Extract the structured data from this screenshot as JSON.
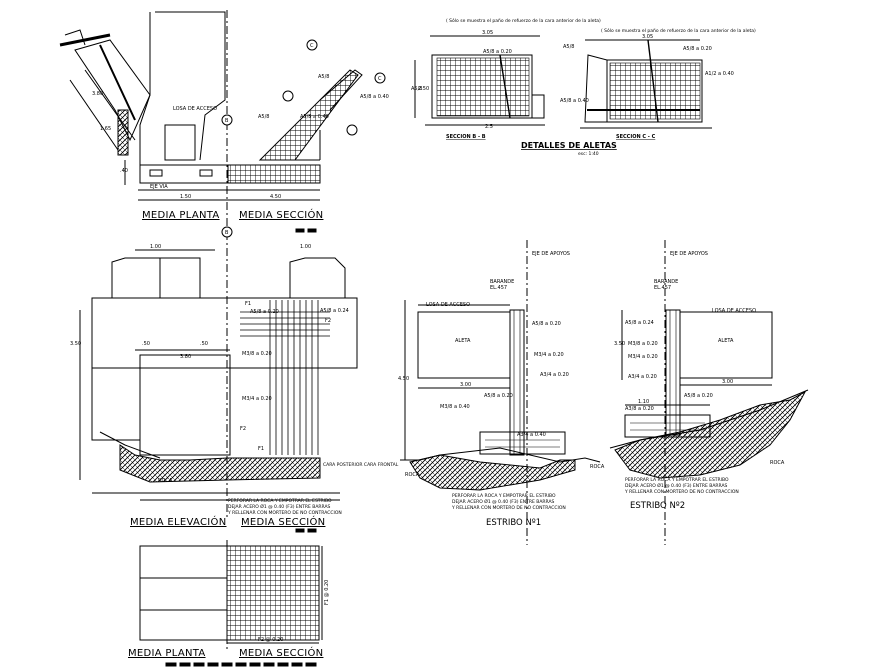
{
  "views": {
    "top_left_plan": "MEDIA PLANTA",
    "top_left_section": "MEDIA SECCIÓN",
    "mid_left_elevation": "MEDIA ELEVACIÓN",
    "mid_left_section": "MEDIA SECCIÓN",
    "bottom_left_plan": "MEDIA PLANTA",
    "bottom_left_section": "MEDIA SECCIÓN"
  },
  "aletas": {
    "title": "DETALLES DE ALETAS",
    "scale": "esc: 1:40",
    "section_b": "SECCION B - B",
    "section_c": "SECCION C - C",
    "note_b": "( Sólo se muestra el paño de refuerzo de la cara anterior de la aleta)",
    "note_c": "( Sólo se muestra el paño de refuerzo de la cara anterior de la aleta)",
    "bar_label_1": "A5/8 a 0.20",
    "bar_label_2": "A5/8 a 0.40",
    "bar_label_3": "A1/2 a 0.40"
  },
  "estribos": {
    "e1_title": "ESTRIBO Nº1",
    "e2_title": "ESTRIBO Nº2",
    "losa": "LOSA DE ACCESO",
    "aleta": "ALETA",
    "baranda": "BARANDE",
    "eje": "EJE DE APOYOS",
    "roca": "ROCA",
    "note": "PERFORAR LA ROCA Y EMPOTRAR EL ESTRIBO DEJAR ACERO Ø1 @ 0.40 (F3) ENTRE BARRAS Y RELLENAR CON MORTERO DE NO CONTRACCION"
  },
  "plan_labels": {
    "losa": "LOSA DE ACCESO",
    "via": "EJE VIA",
    "aleta_label": "A5/8 a 0.40",
    "circle_b": "B",
    "circle_c": "C"
  },
  "elev_labels": {
    "roca": "ROCA",
    "note": "PERFORAR LA ROCA Y EMPOTRAR EL ESTRIBO DEJAR ACERO Ø1 @ 0.40 (F3) ENTRE BARRAS Y RELLENAR CON MORTERO DE NO CONTRACCION",
    "f1": "F1",
    "f2": "F2",
    "posterior": "CARA POSTERIOR CARA FRONTAL"
  }
}
